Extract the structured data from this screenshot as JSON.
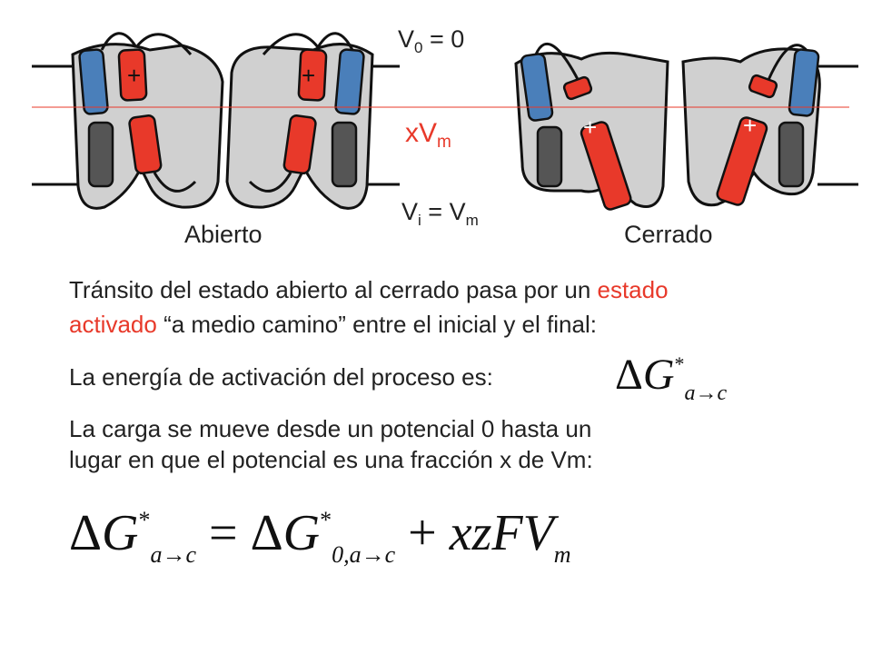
{
  "labels": {
    "v0_V": "V",
    "v0_sub": "0",
    "v0_rest": " = 0",
    "xvm_main": "xV",
    "xvm_sub": "m",
    "vi_V": "V",
    "vi_sub": "i",
    "vi_eq": " = V",
    "vi_sub2": "m",
    "open": "Abierto",
    "closed": "Cerrado",
    "plus": "+"
  },
  "text": {
    "line1_a": "Tránsito del estado abierto al cerrado pasa por un ",
    "line1_red": "estado",
    "line2_red": "activado",
    "line2_b": " “a medio camino” entre el inicial y el final:",
    "activation": "La energía de activación del proceso es:",
    "charge1": "La carga se mueve desde un potencial 0 hasta un",
    "charge2": "lugar en que el potencial es una fracción x de Vm:"
  },
  "math": {
    "delta": "Δ",
    "G": "G",
    "star": "*",
    "sub_ac": "a→c",
    "sub_0ac": "0,a→c",
    "eq": " = ",
    "plus": " + ",
    "xzFV": "xzFV",
    "m": "m"
  },
  "colors": {
    "red": "#e8392a",
    "blue": "#4a7fba",
    "dark": "#555555",
    "gray": "#d0d0d0"
  }
}
